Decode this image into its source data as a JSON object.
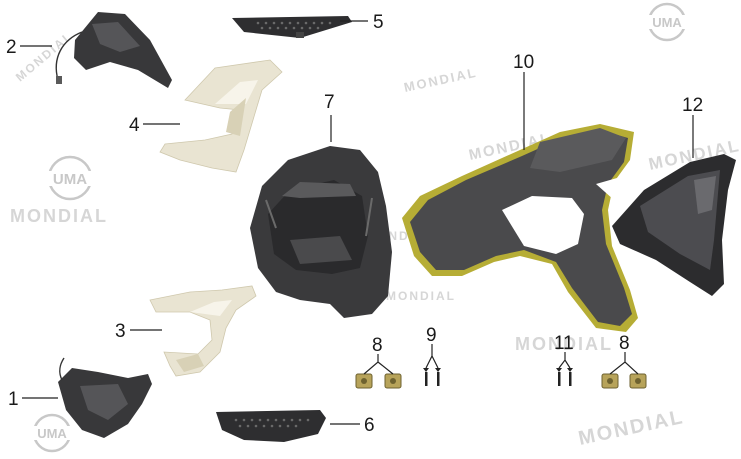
{
  "brand": {
    "logo_text": "UMA",
    "watermark": "MONDIAL"
  },
  "callouts": {
    "c1": "1",
    "c2": "2",
    "c3": "3",
    "c4": "4",
    "c5": "5",
    "c6": "6",
    "c7": "7",
    "c8a": "8",
    "c8b": "8",
    "c9": "9",
    "c10": "10",
    "c11": "11",
    "c12": "12"
  },
  "colors": {
    "cream_panel": "#e9e4d2",
    "dark_plastic": "#3c3c3e",
    "seat_cowl": "#4a4a4c",
    "accent_yellow": "#b6ad35",
    "clip_gold": "#b7a35a"
  }
}
